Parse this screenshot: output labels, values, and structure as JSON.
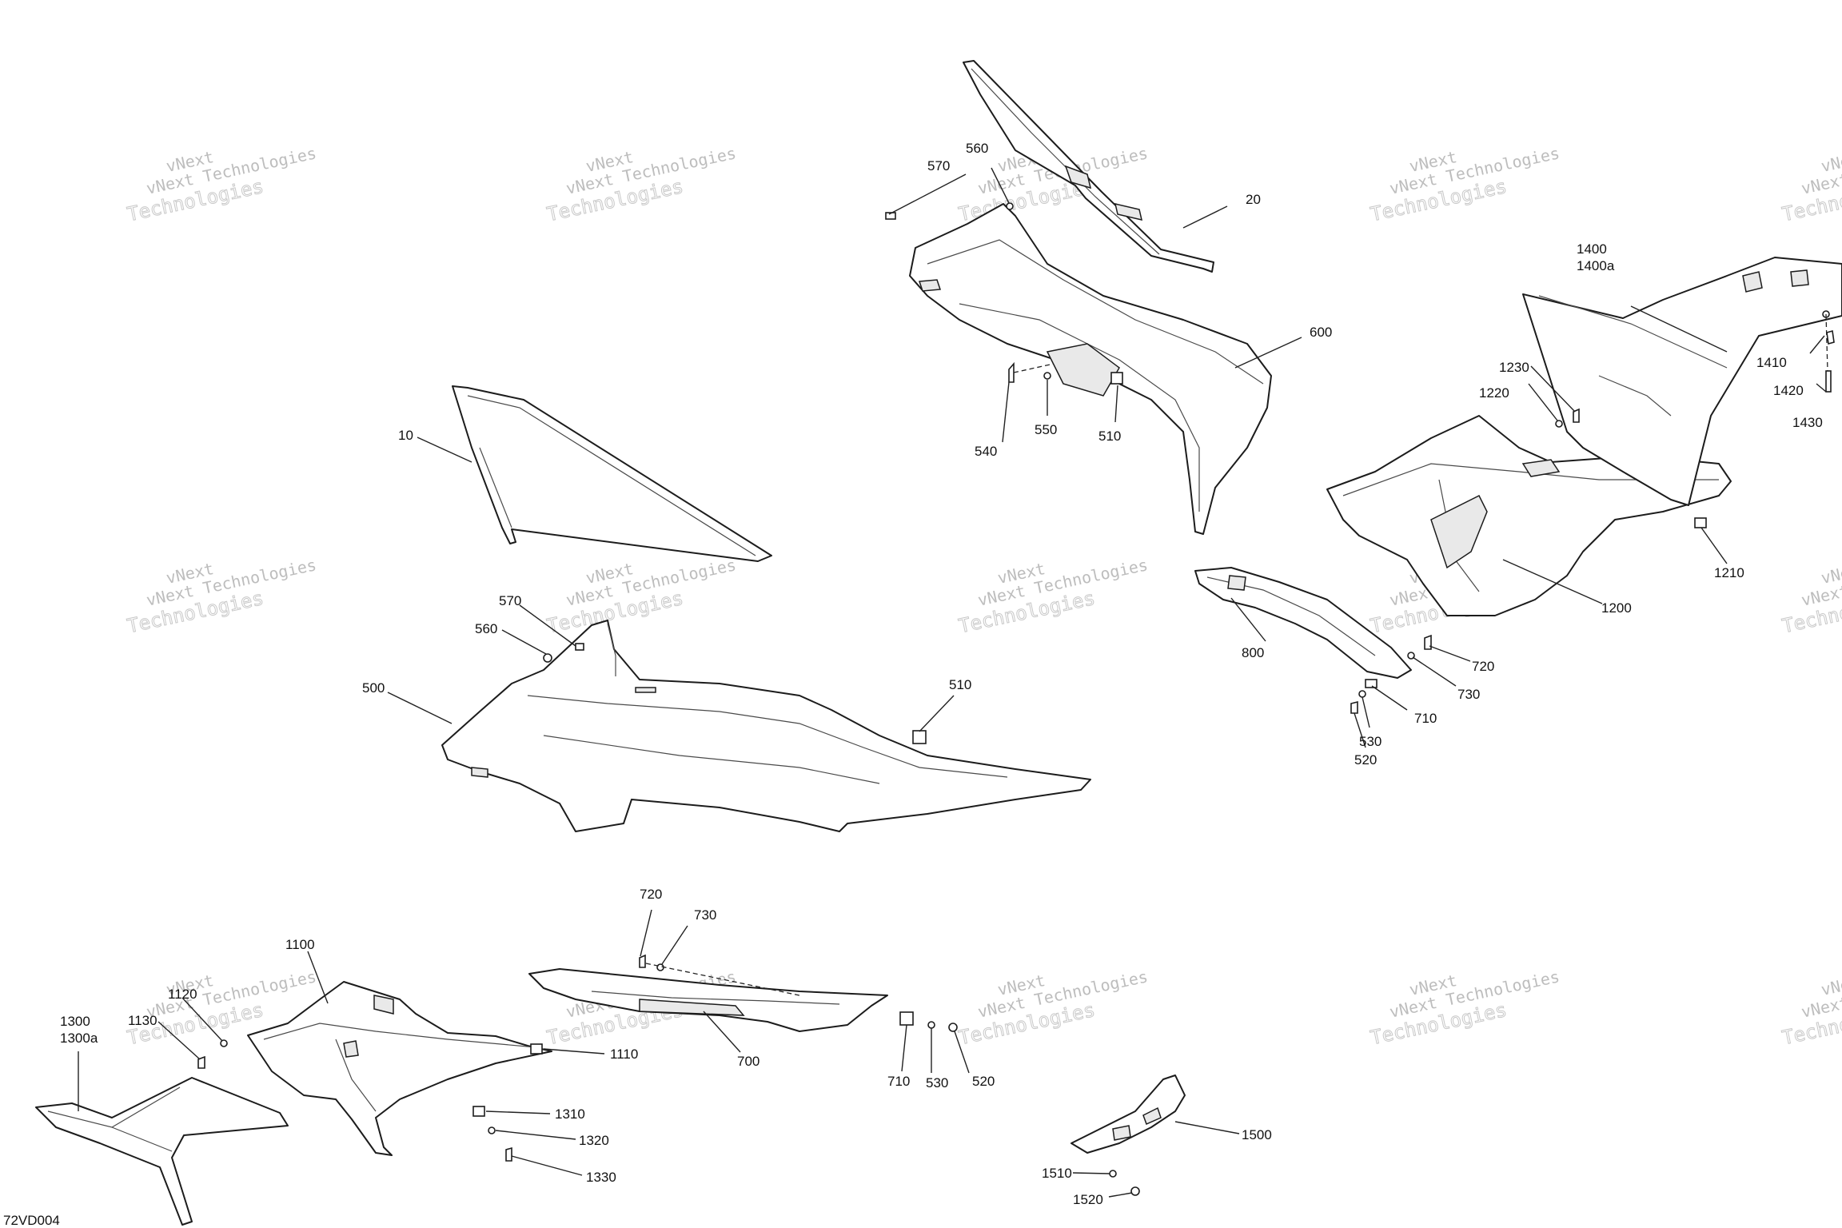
{
  "drawing_code": "72VD004",
  "watermark": {
    "line1": "vNext",
    "line2": "vNext Technologies",
    "line3": "Technologies"
  },
  "callouts": {
    "c10": "10",
    "c20": "20",
    "c500": "500",
    "c510_top": "510",
    "c510_mid": "510",
    "c520_right": "520",
    "c520_bottom": "520",
    "c530_right": "530",
    "c530_bottom": "530",
    "c540": "540",
    "c550": "550",
    "c560_top": "560",
    "c560_mid": "560",
    "c570_top": "570",
    "c570_mid": "570",
    "c600": "600",
    "c700": "700",
    "c710_right": "710",
    "c710_bottom": "710",
    "c720_right": "720",
    "c720_bottom": "720",
    "c730_right": "730",
    "c730_bottom": "730",
    "c800": "800",
    "c1100": "1100",
    "c1110": "1110",
    "c1120": "1120",
    "c1130": "1130",
    "c1200": "1200",
    "c1210": "1210",
    "c1220": "1220",
    "c1230": "1230",
    "c1300": "1300",
    "c1300a": "1300a",
    "c1310": "1310",
    "c1320": "1320",
    "c1330": "1330",
    "c1400": "1400",
    "c1400a": "1400a",
    "c1410": "1410",
    "c1420": "1420",
    "c1430": "1430",
    "c1500": "1500",
    "c1510": "1510",
    "c1520": "1520"
  }
}
